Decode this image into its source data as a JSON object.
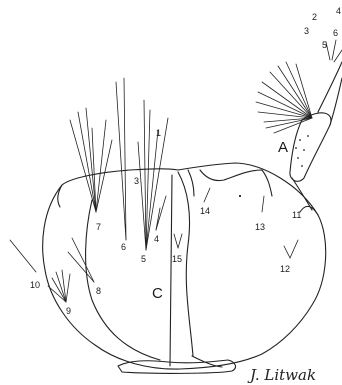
{
  "figure": {
    "panel_labels": {
      "a": "A",
      "c": "C"
    },
    "setae_numbers": {
      "n1": "1",
      "n2": "2",
      "n3": "3",
      "n3b": "3",
      "n4": "4",
      "n4b": "4",
      "n5": "5",
      "n5b": "5",
      "n6": "6",
      "n6b": "6",
      "n7": "7",
      "n8": "8",
      "n9": "9",
      "n10": "10",
      "n11": "11",
      "n12": "12",
      "n13": "13",
      "n14": "14",
      "n15": "15"
    },
    "signature": "J. Litwak"
  }
}
